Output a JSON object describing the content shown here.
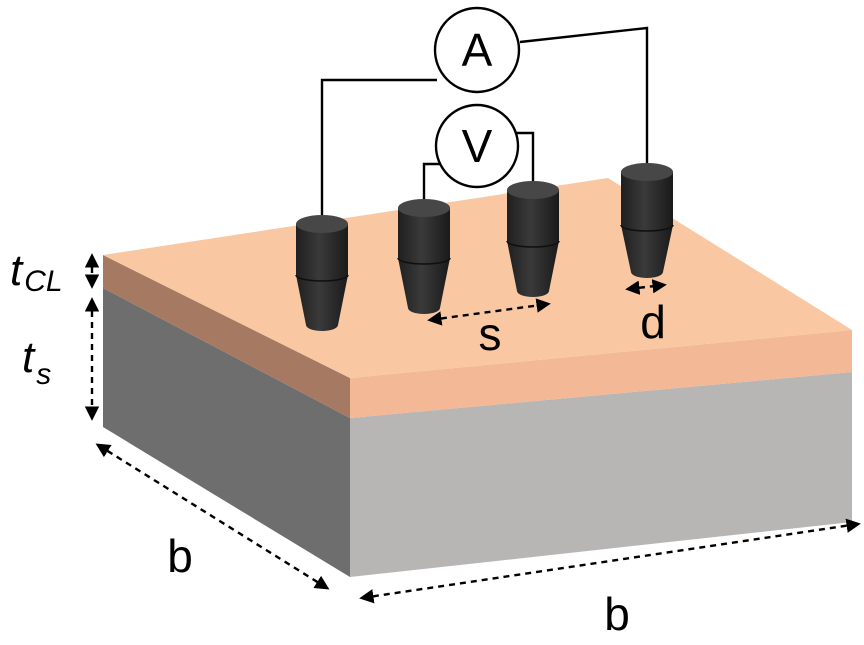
{
  "meters": {
    "ammeter_symbol": "A",
    "voltmeter_symbol": "V"
  },
  "labels": {
    "t_cl_main": "t",
    "t_cl_sub": "CL",
    "t_s_main": "t",
    "t_s_sub": "s",
    "probe_spacing": "s",
    "probe_diameter": "d",
    "width_front": "b",
    "width_side": "b"
  },
  "colors": {
    "coating_layer": "#f9c7a1",
    "substrate": "#b8b5b5",
    "probe": "#2b2b2b",
    "background": "#ffffff"
  }
}
